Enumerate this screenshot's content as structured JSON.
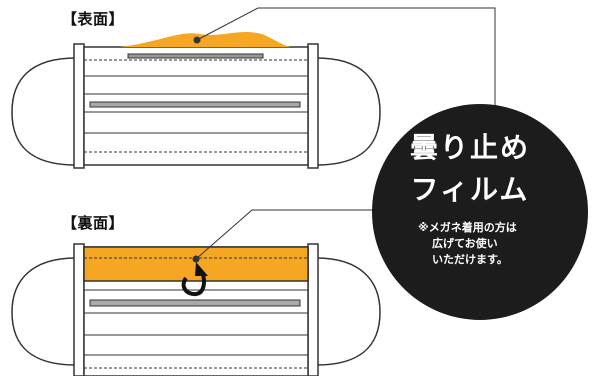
{
  "labels": {
    "front": "【表面】",
    "back": "【裏面】"
  },
  "badge": {
    "line1": "曇り止め",
    "line2": "フィルム",
    "note": [
      "※メガネ着用の方は",
      "広げてお使い",
      "いただけます。"
    ]
  },
  "colors": {
    "film": "#F5A623",
    "badge": "#1c1c1c",
    "mask_line": "#333333"
  }
}
